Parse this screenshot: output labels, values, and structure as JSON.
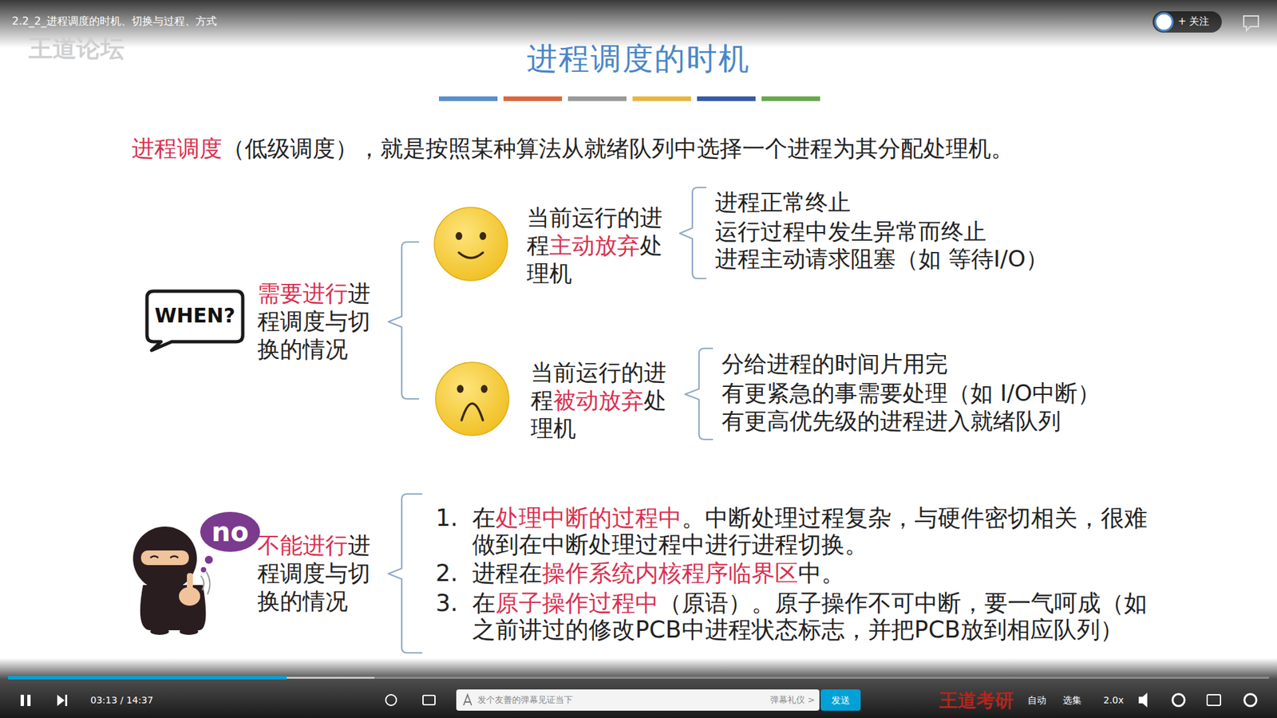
{
  "diagram": {
    "title": "进程调度的时机",
    "nodes": [
      {
        "text": [
          "WHEN?"
        ]
      },
      {
        "text": [
          "no"
        ]
      }
    ],
    "labels": [
      "2.2_2_进程调度的时机、切换与过程、方式",
      "王道论坛",
      "+ 关注",
      "进程调度",
      "（低级调度），就是按照某种算法从就绪队列中选择一个进程为其分配处理机。",
      "需要进行",
      "进程调度与切换的情况",
      "当前运行的进程",
      "主动放弃",
      "处理机",
      "进程正常终止",
      "运行过程中发生异常而终止",
      "进程主动请求阻塞（如 等待I/O）",
      "当前运行的进程",
      "被动放弃",
      "处理机",
      "分给进程的时间片用完",
      "有更紧急的事需要处理（如 I/O中断）",
      "有更高优先级的进程进入就绪队列",
      "不能进行",
      "进程调度与切换的情况",
      "1.",
      "在",
      "处理中断的过程中",
      "。中断处理过程复杂，与硬件密切相关，很难做到在中断处理过程中进行进程切换。",
      "2.",
      "进程在",
      "操作系统内核程序临界区",
      "中。",
      "3.",
      "在",
      "原子操作过程中",
      "（原语）。原子操作不可中断，要一气呵成（如之前讲过的修改PCB中进程状态标志，并把PCB放到相应队列）",
      "03:13 / 14:37",
      "发个友善的弹幕见证当下",
      "弹幕礼仪 >",
      "发送",
      "王道考研",
      "自动",
      "选集",
      "2.0x"
    ]
  }
}
